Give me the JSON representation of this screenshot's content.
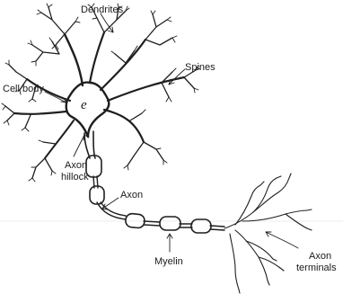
{
  "labels": {
    "dendrites": "Dendrites",
    "spines": "Spines",
    "cell_body": "Cell body",
    "nucleus": "e",
    "axon_hillock_line1": "Axon",
    "axon_hillock_line2": "hillock",
    "axon": "Axon",
    "myelin": "Myelin",
    "axon_terminals_line1": "Axon",
    "axon_terminals_line2": "terminals"
  },
  "colors": {
    "ink": "#1f1f1f",
    "background": "#ffffff"
  }
}
